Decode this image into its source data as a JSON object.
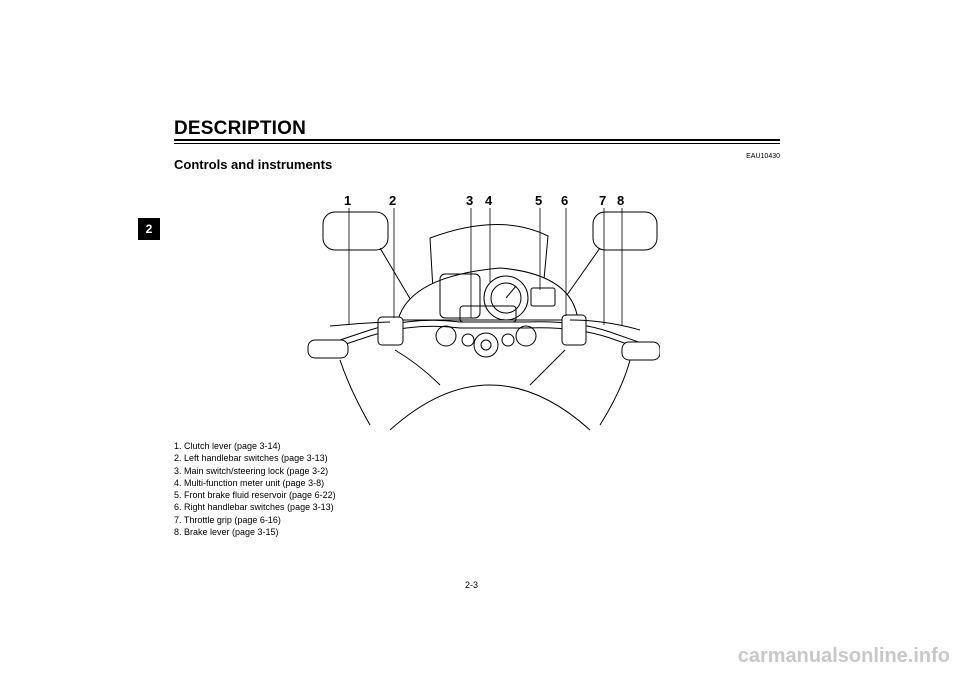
{
  "header": {
    "title": "DESCRIPTION"
  },
  "side_tab": {
    "number": "2"
  },
  "code_ref": "EAU10430",
  "section_title": "Controls and instruments",
  "callouts": [
    "1",
    "2",
    "3",
    "4",
    "5",
    "6",
    "7",
    "8"
  ],
  "legend": [
    "1.  Clutch lever (page 3-14)",
    "2.  Left handlebar switches (page 3-13)",
    "3.  Main switch/steering lock (page 3-2)",
    "4.  Multi-function meter unit (page 3-8)",
    "5.  Front brake fluid reservoir (page 6-22)",
    "6.  Right handlebar switches (page 3-13)",
    "7.  Throttle grip (page 6-16)",
    "8.  Brake lever (page 3-15)"
  ],
  "page_number": "2-3",
  "watermark": "carmanualsonline.info"
}
